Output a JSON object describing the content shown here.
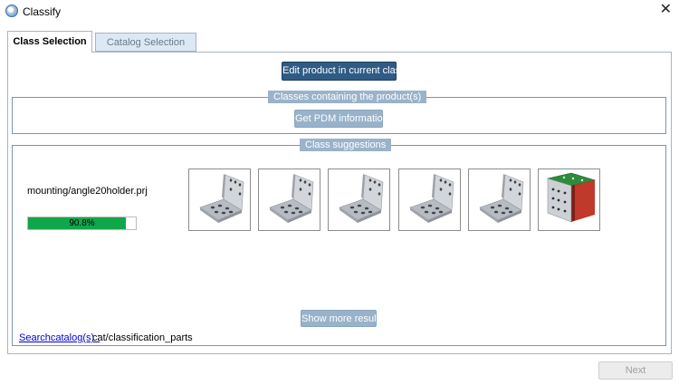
{
  "window": {
    "title": "Classify",
    "close_glyph": "✕"
  },
  "tabs": [
    {
      "label": "Class Selection",
      "active": true
    },
    {
      "label": "Catalog Selection",
      "active": false
    }
  ],
  "actions": {
    "edit_product": "Edit product in current class"
  },
  "classes_group": {
    "legend": "Classes containing the product(s)",
    "pdm_button": "Get PDM information"
  },
  "suggestions_group": {
    "legend": "Class suggestions",
    "file_name": "mounting/angle20holder.prj",
    "match_percent": 90.8,
    "match_label": "90.8%",
    "progress_color": "#10a64a",
    "thumbnails": [
      {
        "icon": "angle-bracket-icon"
      },
      {
        "icon": "angle-bracket-icon"
      },
      {
        "icon": "angle-bracket-icon"
      },
      {
        "icon": "angle-bracket-icon"
      },
      {
        "icon": "angle-bracket-icon"
      },
      {
        "icon": "angle-bracket-colored-icon"
      }
    ],
    "more_button": "Show more results"
  },
  "search": {
    "link_label": "Searchcatalog(s) :",
    "catalog_path": "cat/classification_parts"
  },
  "footer": {
    "next_label": "Next"
  },
  "colors": {
    "primary_button": "#2f5c85",
    "disabled_button": "#98b2c9",
    "legend_bg": "#9ab3ca",
    "link": "#0000cc"
  }
}
